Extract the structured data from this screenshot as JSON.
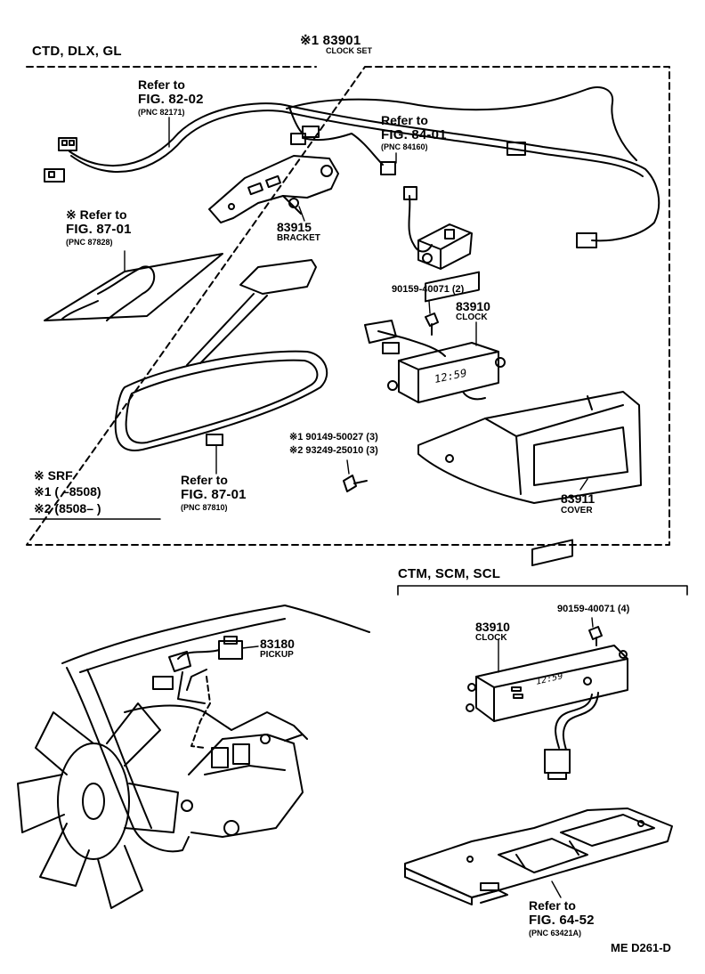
{
  "header": {
    "variant_label": "CTD, DLX, GL",
    "top_part_no": "※1 83901",
    "top_part_name": "CLOCK SET"
  },
  "labels": {
    "refer_82_02": {
      "refer": "Refer to",
      "fig": "FIG. 82-02",
      "pnc": "(PNC 82171)"
    },
    "refer_84_01": {
      "refer": "Refer to",
      "fig": "FIG. 84-01",
      "pnc": "(PNC 84160)"
    },
    "refer_87_01a": {
      "refer": "※ Refer to",
      "fig": "FIG. 87-01",
      "pnc": "(PNC 87828)"
    },
    "refer_87_01b": {
      "refer": "Refer to",
      "fig": "FIG. 87-01",
      "pnc": "(PNC 87810)"
    },
    "refer_64_52": {
      "refer": "Refer to",
      "fig": "FIG. 64-52",
      "pnc": "(PNC 63421A)"
    },
    "bracket": {
      "no": "83915",
      "name": "BRACKET"
    },
    "bolt_top": {
      "no": "90159-40071 (2)"
    },
    "clock_top": {
      "no": "83910",
      "name": "CLOCK"
    },
    "screw_1": {
      "no": "※1 90149-50027 (3)"
    },
    "screw_2": {
      "no": "※2 93249-25010 (3)"
    },
    "cover": {
      "no": "83911",
      "name": "COVER"
    },
    "pickup": {
      "no": "83180",
      "name": "PICKUP"
    },
    "bolt_bottom": {
      "no": "90159-40071 (4)"
    },
    "clock_bottom": {
      "no": "83910",
      "name": "CLOCK"
    }
  },
  "legend": {
    "srf": "※ SRF",
    "range1": "※1 (      –8508)",
    "range2": "※2 (8508–       )"
  },
  "lower_variant_label": "CTM, SCM, SCL",
  "clock_display": "12:59",
  "footer_code": "ME  D261-D"
}
